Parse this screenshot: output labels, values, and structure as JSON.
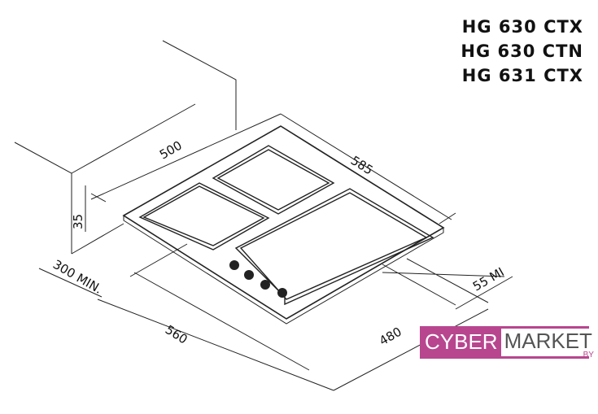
{
  "models": [
    "HG 630 CTX",
    "HG 630 CTN",
    "HG 631 CTX"
  ],
  "dimensions": {
    "width_top": "500",
    "depth_top": "585",
    "height": "35",
    "wall_clearance": "300 MIN.",
    "cutout_width": "560",
    "cutout_depth": "480",
    "front_clearance": "55 MI"
  },
  "logo": {
    "part1": "CYBER",
    "part2": "MARKET",
    "suffix": ".BY"
  }
}
